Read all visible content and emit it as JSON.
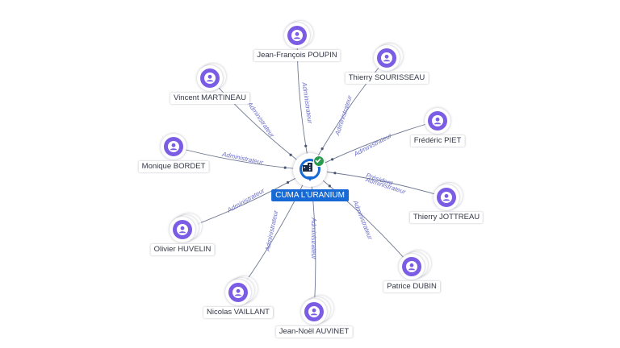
{
  "company": {
    "name": "CUMA L'URANIUM",
    "icon": "building-icon",
    "badge_icon": "check-icon",
    "color": "#1769d6"
  },
  "person_color": "#7b5ce4",
  "edge_label_color": "#6b6fc9",
  "people": [
    {
      "id": "jf-poupin",
      "name": "Jean-François POUPIN",
      "roles": [
        "Administrateur"
      ],
      "stack": 2
    },
    {
      "id": "t-sourisseau",
      "name": "Thierry SOURISSEAU",
      "roles": [
        "Administrateur"
      ],
      "stack": 2
    },
    {
      "id": "v-martineau",
      "name": "Vincent MARTINEAU",
      "roles": [
        "Administrateur"
      ],
      "stack": 2
    },
    {
      "id": "f-piet",
      "name": "Frédéric PIET",
      "roles": [
        "Administrateur"
      ],
      "stack": 1
    },
    {
      "id": "m-bordet",
      "name": "Monique BORDET",
      "roles": [
        "Administrateur"
      ],
      "stack": 1
    },
    {
      "id": "t-jottreau",
      "name": "Thierry JOTTREAU",
      "roles": [
        "Président",
        "Administrateur"
      ],
      "stack": 2
    },
    {
      "id": "o-huvelin",
      "name": "Olivier HUVELIN",
      "roles": [
        "Administrateur"
      ],
      "stack": 3
    },
    {
      "id": "p-dubin",
      "name": "Patrice DUBIN",
      "roles": [
        "Administrateur"
      ],
      "stack": 3
    },
    {
      "id": "n-vaillant",
      "name": "Nicolas VAILLANT",
      "roles": [
        "Administrateur"
      ],
      "stack": 3
    },
    {
      "id": "jn-auvinet",
      "name": "Jean-Noël AUVINET",
      "roles": [
        "Administrateur"
      ],
      "stack": 3
    }
  ]
}
